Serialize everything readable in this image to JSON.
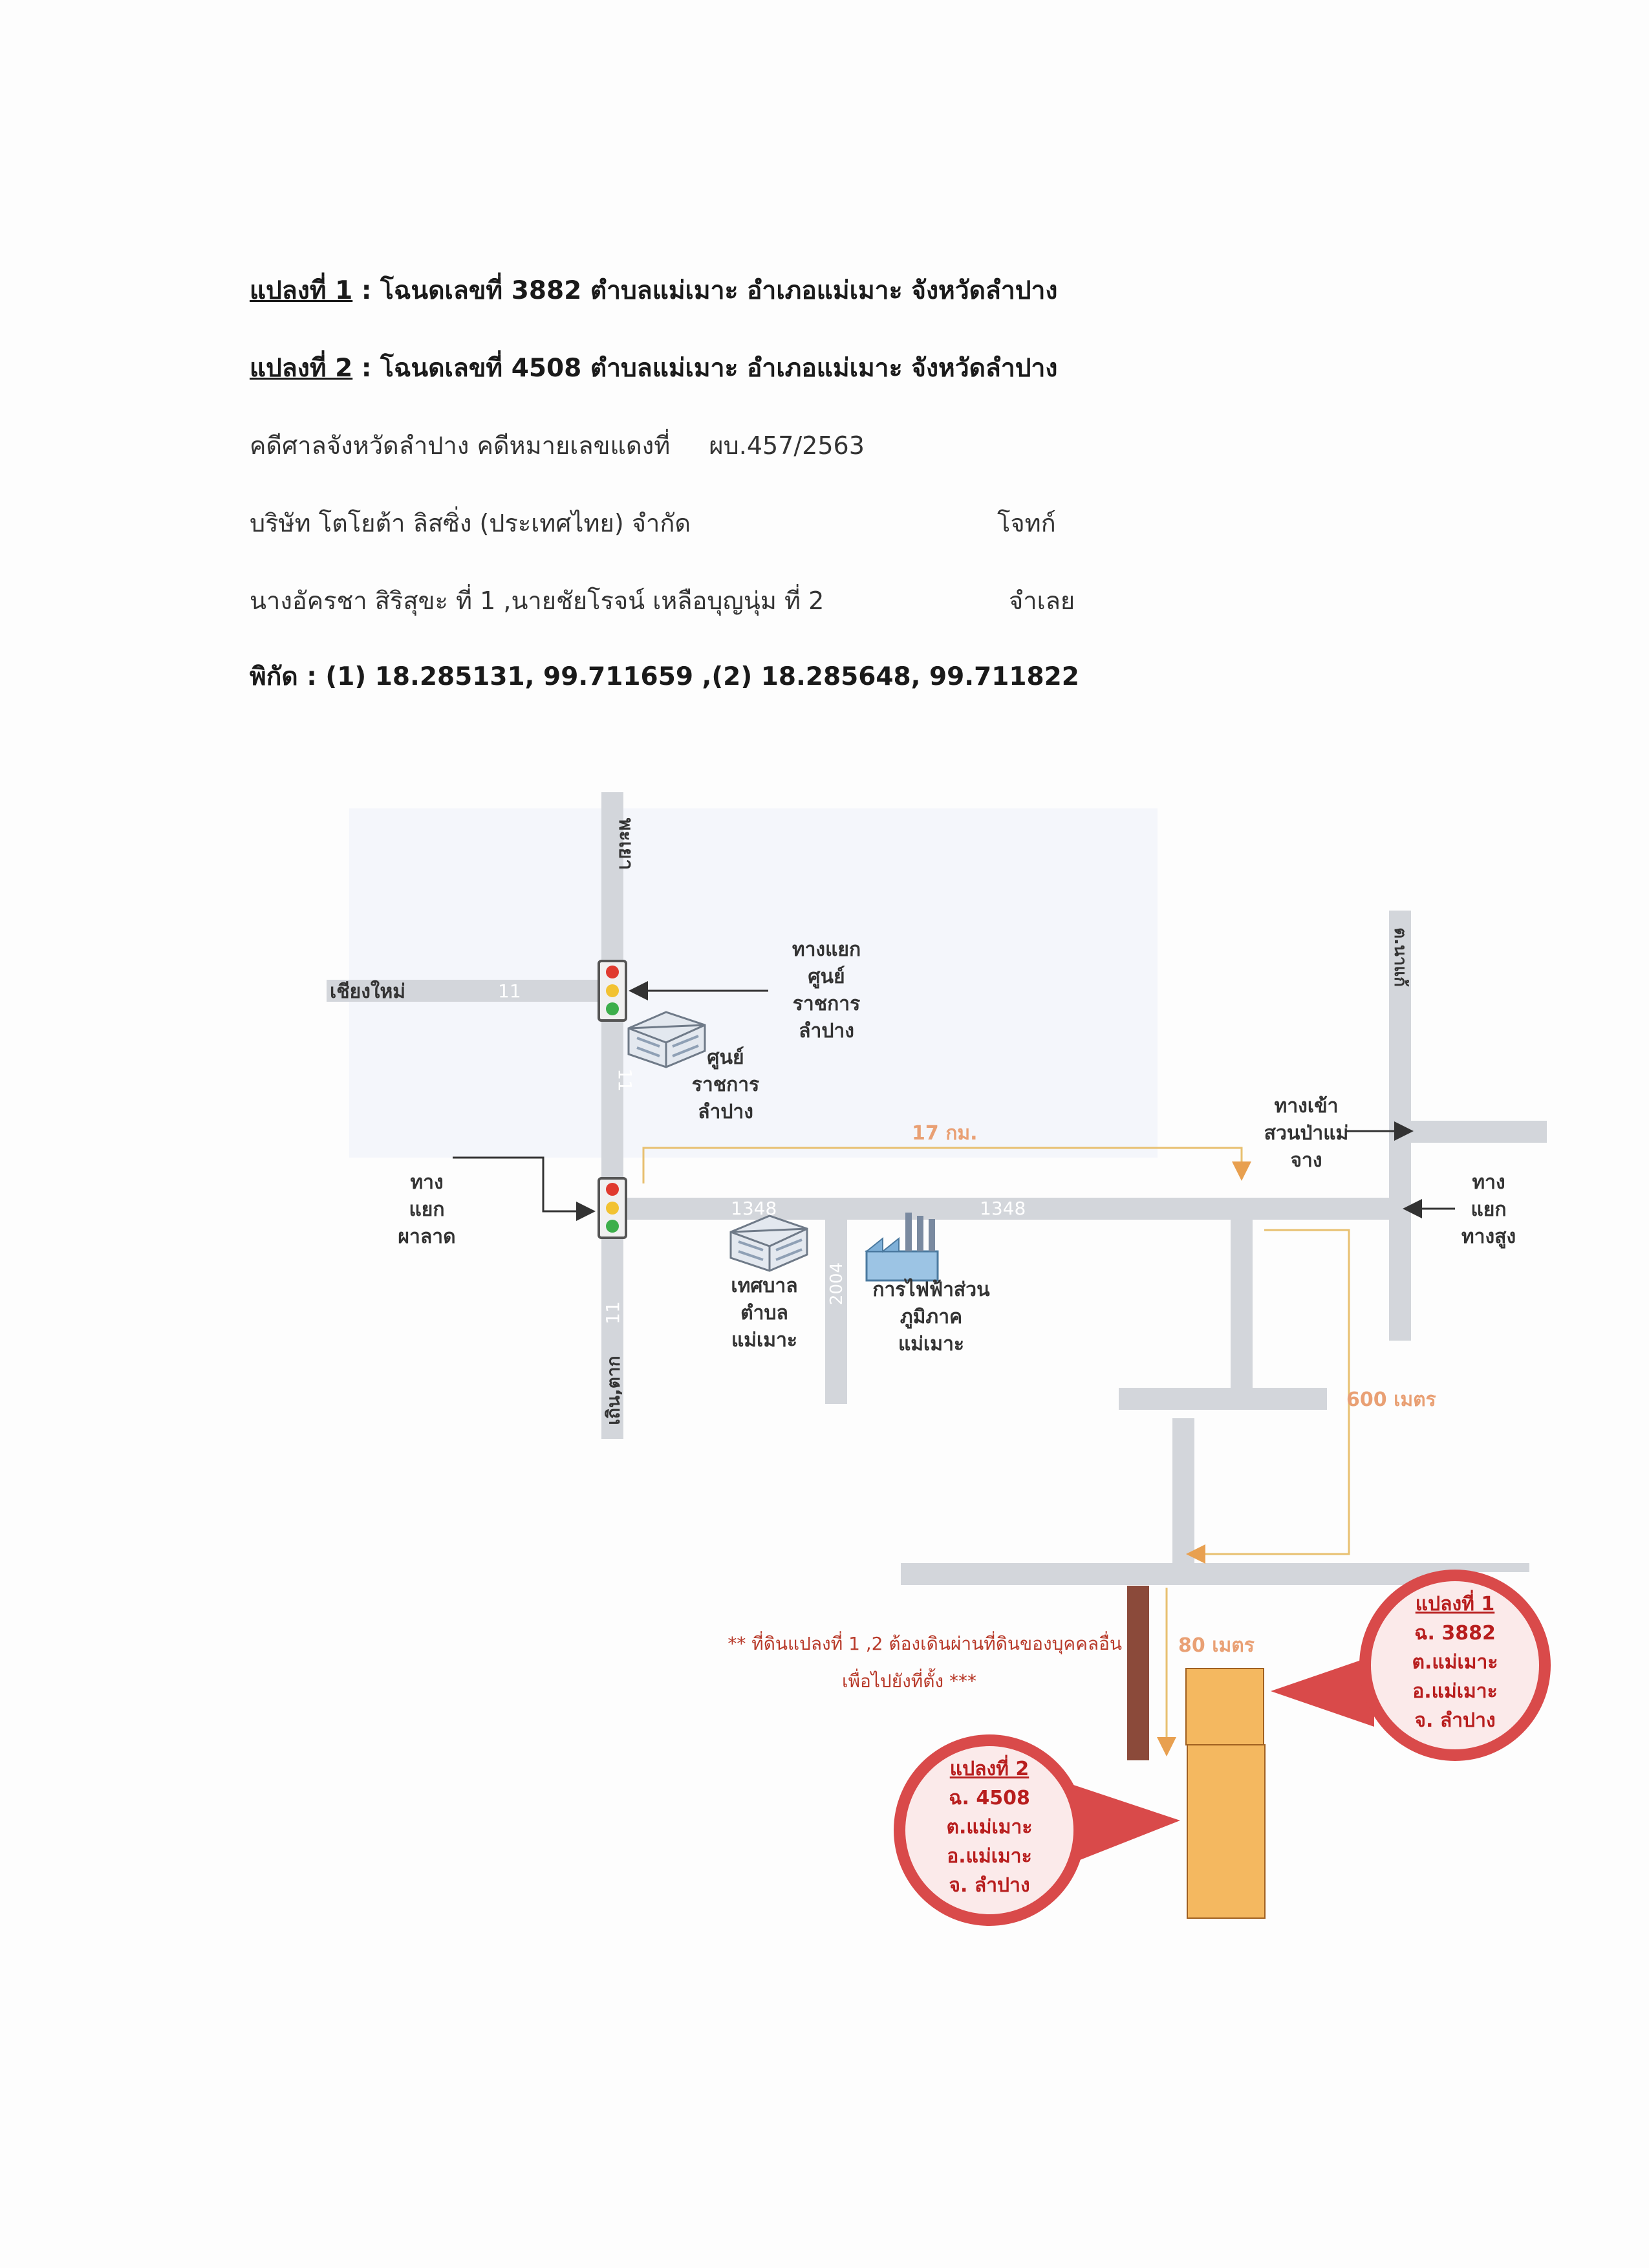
{
  "header": {
    "plot1_label": "แปลงที่ 1",
    "plot1_rest": " : โฉนดเลขที่ 3882 ตำบลแม่เมาะ อำเภอแม่เมาะ จังหวัดลำปาง",
    "plot2_label": "แปลงที่ 2",
    "plot2_rest": " : โฉนดเลขที่ 4508 ตำบลแม่เมาะ อำเภอแม่เมาะ จังหวัดลำปาง",
    "court_case": "คดีศาลจังหวัดลำปาง คดีหมายเลขแดงที่",
    "case_number": "ผบ.457/2563",
    "plaintiff": "บริษัท โตโยต้า ลิสซิ่ง (ประเทศไทย) จำกัด",
    "plaintiff_role": "โจทก์",
    "defendants": "นางอัครชา สิริสุขะ ที่ 1 ,นายชัยโรจน์ เหลือบุญนุ่ม ที่ 2",
    "defendant_role": "จำเลย",
    "coordinates": "พิกัด : (1) 18.285131, 99.711659 ,(2) 18.285648, 99.711822"
  },
  "map": {
    "road_labels": {
      "phayao": "พะเยา",
      "chiang_mai": "เชียงใหม่",
      "road_11_a": "11",
      "road_11_b": "11",
      "road_11_c": "11",
      "thoen": "เถิน,ตาก",
      "road_1348_a": "1348",
      "road_1348_b": "1348",
      "road_2004": "2004",
      "nga": "ต.นาแก้"
    },
    "places": {
      "gov_junction_1": "ทางแยก",
      "gov_junction_2": "ศูนย์",
      "gov_junction_3": "ราชการ",
      "gov_junction_4": "ลำปาง",
      "gov_center_1": "ศูนย์",
      "gov_center_2": "ราชการ",
      "gov_center_3": "ลำปาง",
      "pha_lat_1": "ทาง",
      "pha_lat_2": "แยก",
      "pha_lat_3": "ผาลาด",
      "municipality_1": "เทศบาล",
      "municipality_2": "ตำบล",
      "municipality_3": "แม่เมาะ",
      "egat_1": "การไฟฟ้าส่วน",
      "egat_2": "ภูมิภาค",
      "egat_3": "แม่เมาะ",
      "park_entry_1": "ทางเข้า",
      "park_entry_2": "สวนป่าแม่",
      "park_entry_3": "จาง",
      "junction_right_1": "ทาง",
      "junction_right_2": "แยก",
      "junction_right_3": "ทางสูง"
    },
    "distances": {
      "d17": "17 กม.",
      "d600": "600 เมตร",
      "d80": "80 เมตร"
    },
    "note_line1": "** ที่ดินแปลงที่ 1 ,2 ต้องเดินผ่านที่ดินของบุคคลอื่น",
    "note_line2": "เพื่อไปยังที่ตั้ง ***",
    "plot1_callout": {
      "title": "แปลงที่ 1",
      "deed": "ฉ. 3882",
      "tambon": "ต.แม่เมาะ",
      "amphoe": "อ.แม่เมาะ",
      "province": "จ. ลำปาง"
    },
    "plot2_callout": {
      "title": "แปลงที่ 2",
      "deed": "ฉ. 4508",
      "tambon": "ต.แม่เมาะ",
      "amphoe": "อ.แม่เมาะ",
      "province": "จ. ลำปาง"
    },
    "colors": {
      "road": "#d3d6db",
      "distance_line": "#e8c070",
      "distance_text": "#e9a074",
      "plot_fill": "#f4b860",
      "callout_border": "#d94a4a",
      "callout_text": "#b81e1e",
      "private_path": "#8b4a3a"
    }
  }
}
